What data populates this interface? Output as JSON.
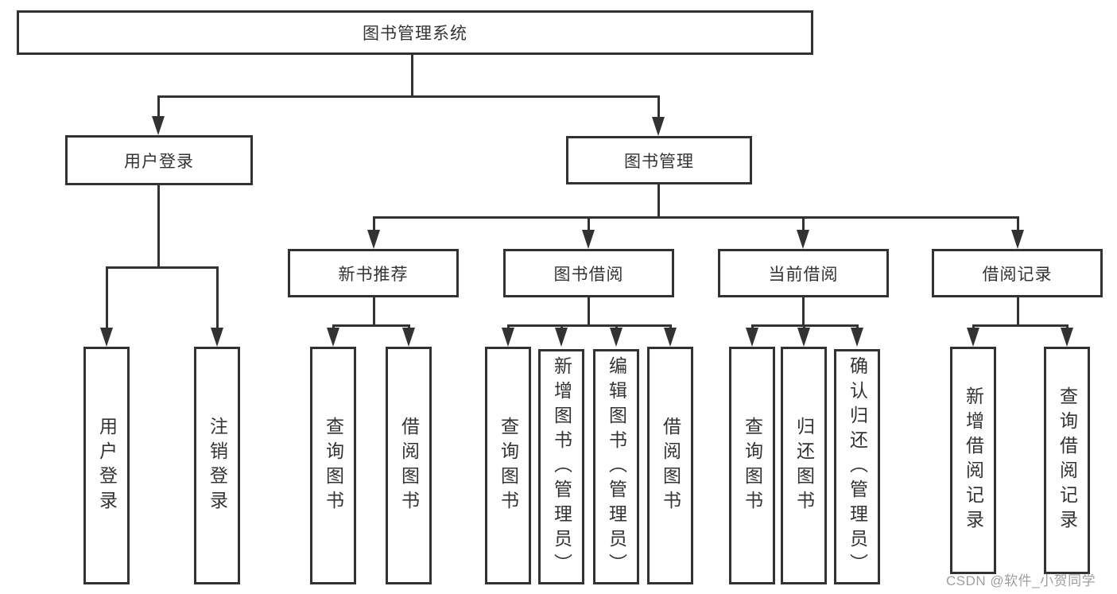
{
  "diagram": {
    "root": "图书管理系统",
    "level1": {
      "user_login": "用户登录",
      "book_mgmt": "图书管理"
    },
    "level2": {
      "new_book_rec": "新书推荐",
      "book_borrow": "图书借阅",
      "current_borrow": "当前借阅",
      "borrow_records": "借阅记录"
    },
    "leaves": {
      "user_login_leaf": "用户登录",
      "logout": "注销登录",
      "rec_query_books": "查询图书",
      "rec_borrow_books": "借阅图书",
      "borrow_query_books": "查询图书",
      "borrow_add_books": "新增图书（管理员）",
      "borrow_edit_books": "编辑图书（管理员）",
      "borrow_borrow_books": "借阅图书",
      "cur_query_books": "查询图书",
      "cur_return_books": "归还图书",
      "cur_confirm_return": "确认归还（管理员）",
      "rec_add_record": "新增借阅记录",
      "rec_query_record": "查询借阅记录"
    }
  },
  "watermark": "CSDN @软件_小贺同学",
  "colors": {
    "line": "#323232",
    "text": "#333333",
    "watermark": "#9e9e9e",
    "background": "#ffffff"
  }
}
